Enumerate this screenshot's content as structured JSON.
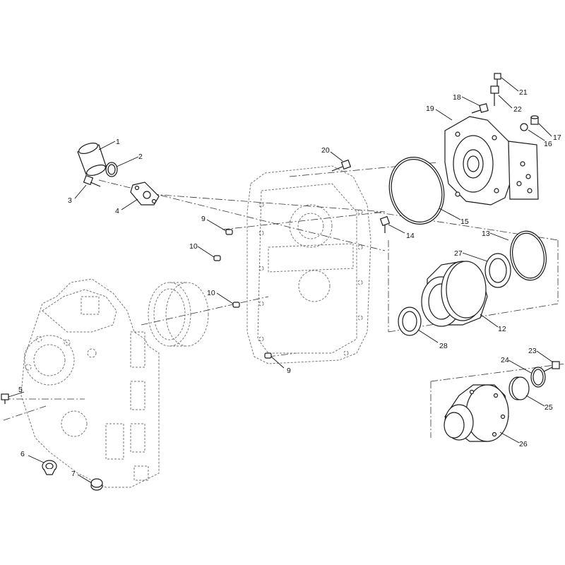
{
  "callouts": [
    {
      "id": "c1",
      "label": "1"
    },
    {
      "id": "c2",
      "label": "2"
    },
    {
      "id": "c3",
      "label": "3"
    },
    {
      "id": "c4",
      "label": "4"
    },
    {
      "id": "c5",
      "label": "5"
    },
    {
      "id": "c6",
      "label": "6"
    },
    {
      "id": "c7",
      "label": "7"
    },
    {
      "id": "c9a",
      "label": "9"
    },
    {
      "id": "c9b",
      "label": "9"
    },
    {
      "id": "c10a",
      "label": "10"
    },
    {
      "id": "c10b",
      "label": "10"
    },
    {
      "id": "c12",
      "label": "12"
    },
    {
      "id": "c13",
      "label": "13"
    },
    {
      "id": "c14",
      "label": "14"
    },
    {
      "id": "c15",
      "label": "15"
    },
    {
      "id": "c16",
      "label": "16"
    },
    {
      "id": "c17",
      "label": "17"
    },
    {
      "id": "c18",
      "label": "18"
    },
    {
      "id": "c19",
      "label": "19"
    },
    {
      "id": "c20",
      "label": "20"
    },
    {
      "id": "c21",
      "label": "21"
    },
    {
      "id": "c22",
      "label": "22"
    },
    {
      "id": "c23",
      "label": "23"
    },
    {
      "id": "c24",
      "label": "24"
    },
    {
      "id": "c25",
      "label": "25"
    },
    {
      "id": "c26",
      "label": "26"
    },
    {
      "id": "c27",
      "label": "27"
    },
    {
      "id": "c28",
      "label": "28"
    }
  ]
}
